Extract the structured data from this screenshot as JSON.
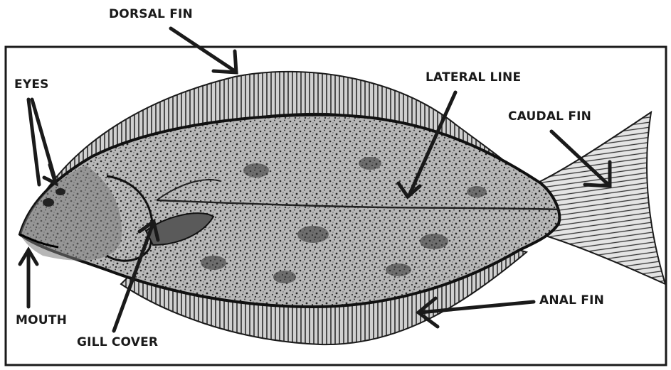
{
  "labels": {
    "dorsal_fin": "DORSAL FIN",
    "eyes": "EYES",
    "lateral_line": "LATERAL LINE",
    "caudal_fin": "CAUDAL FIN",
    "anal_fin": "ANAL FIN",
    "mouth": "MOUTH",
    "gill_cover": "GILL COVER"
  },
  "colors": {
    "ink": "#1a1a1a",
    "body_fill": "#8a8a8a",
    "background": "#ffffff"
  }
}
